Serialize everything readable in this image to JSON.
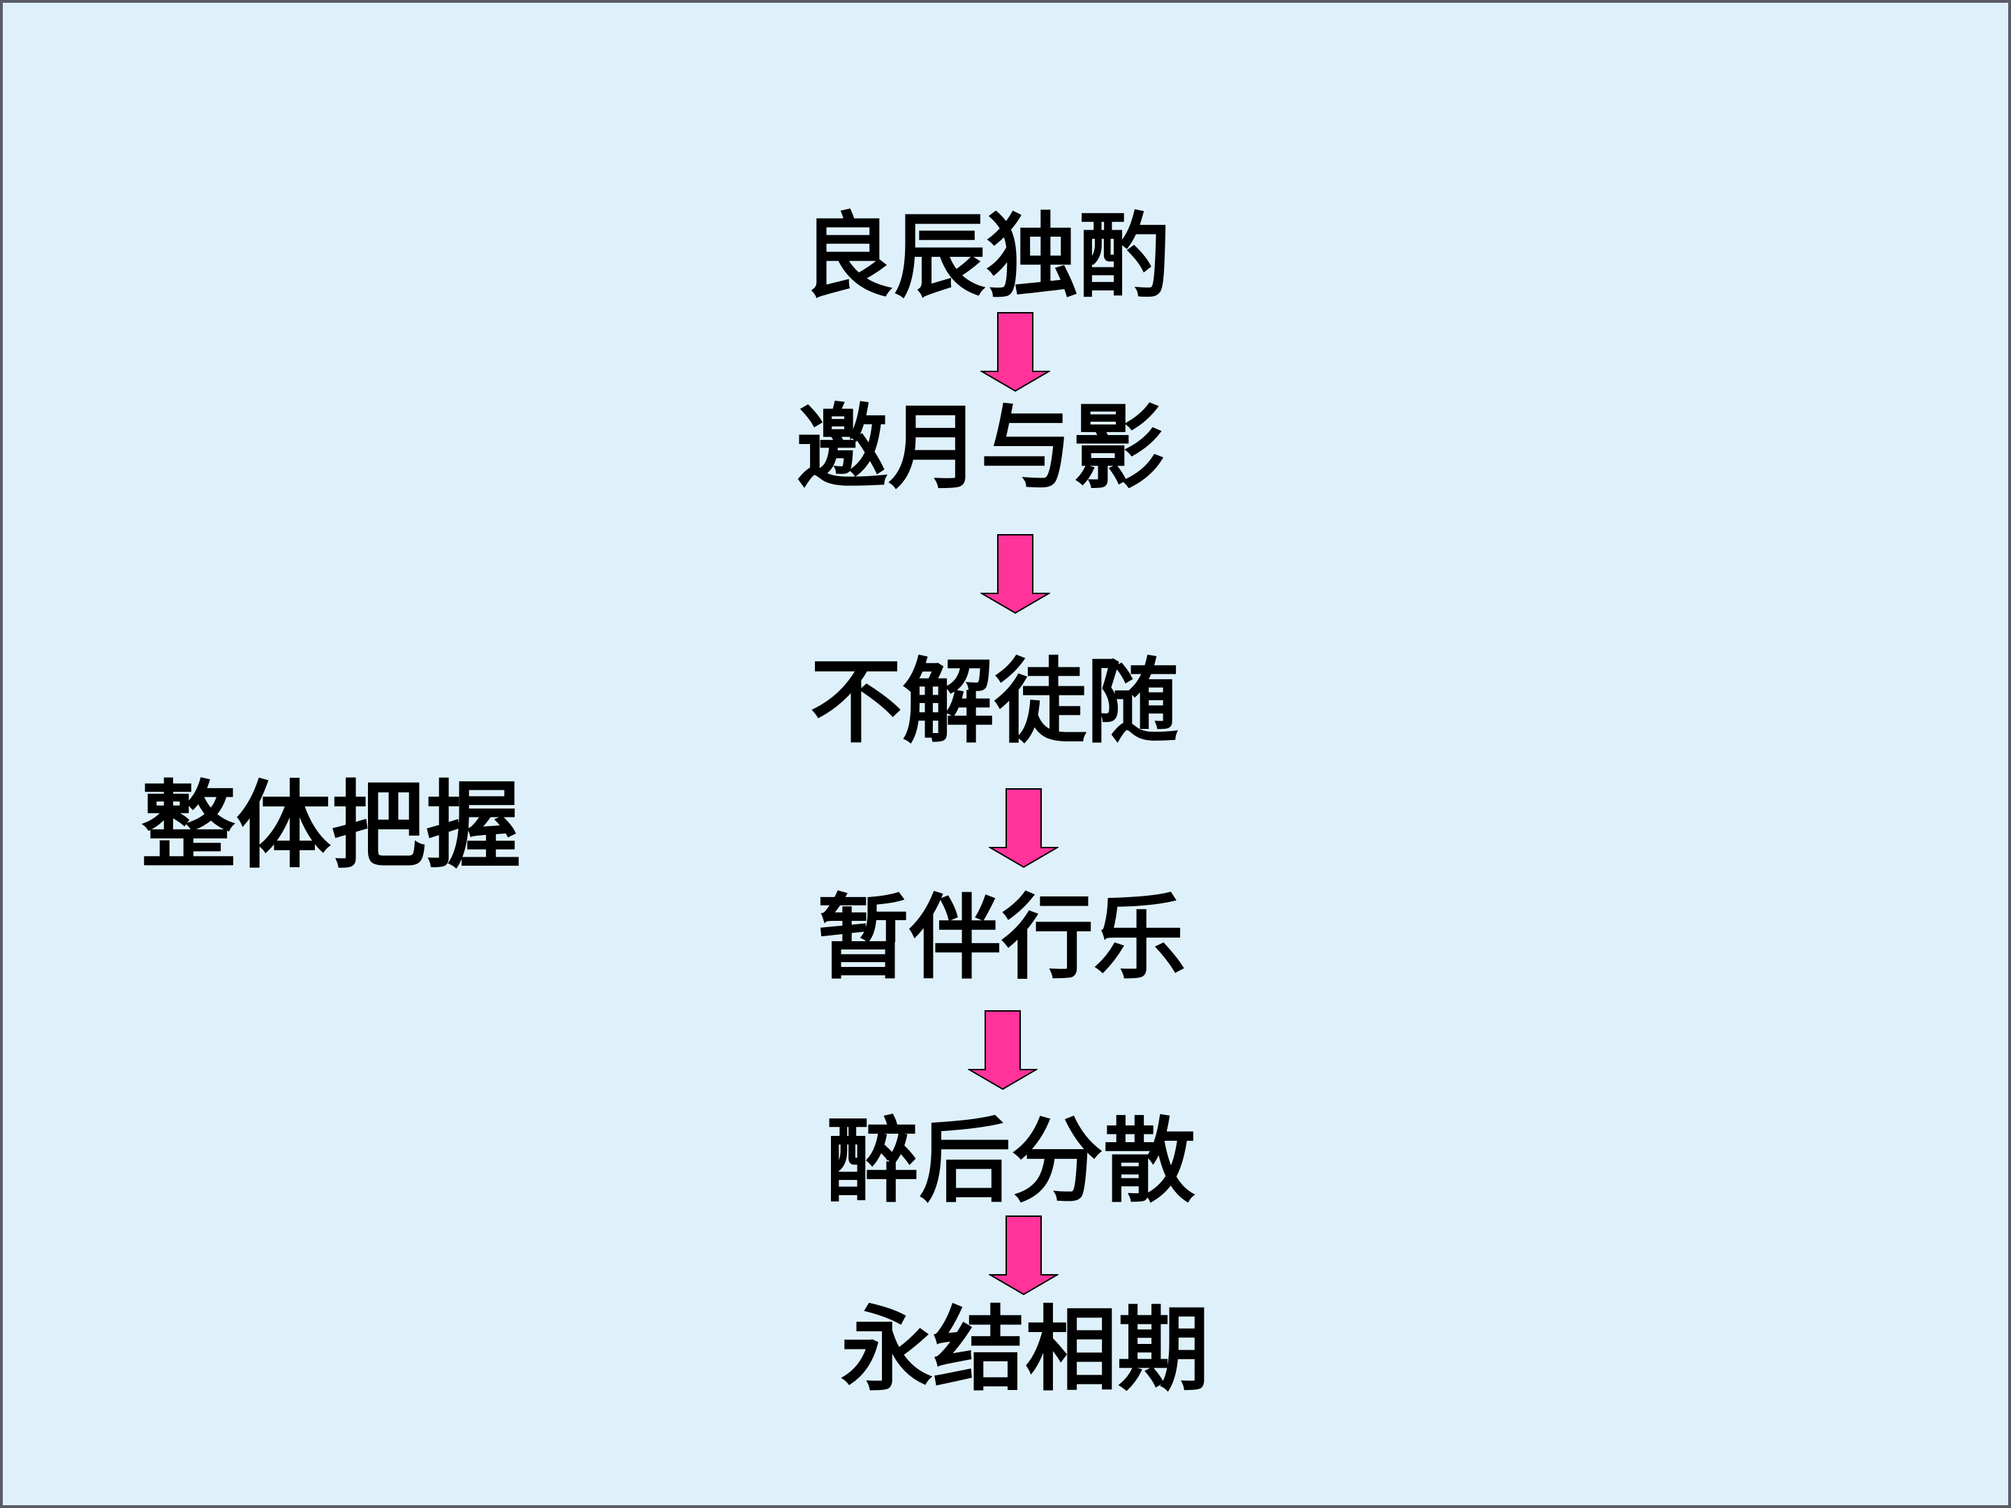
{
  "title": "整体把握",
  "steps": [
    "良辰独酌",
    "邀月与影",
    "不解徒随",
    "暂伴行乐",
    "醉后分散",
    "永结相期"
  ],
  "colors": {
    "background": "#def1fb",
    "border": "#5b5b66",
    "text": "#000000",
    "arrow_fill": "#ff3399",
    "arrow_stroke": "#000000"
  }
}
